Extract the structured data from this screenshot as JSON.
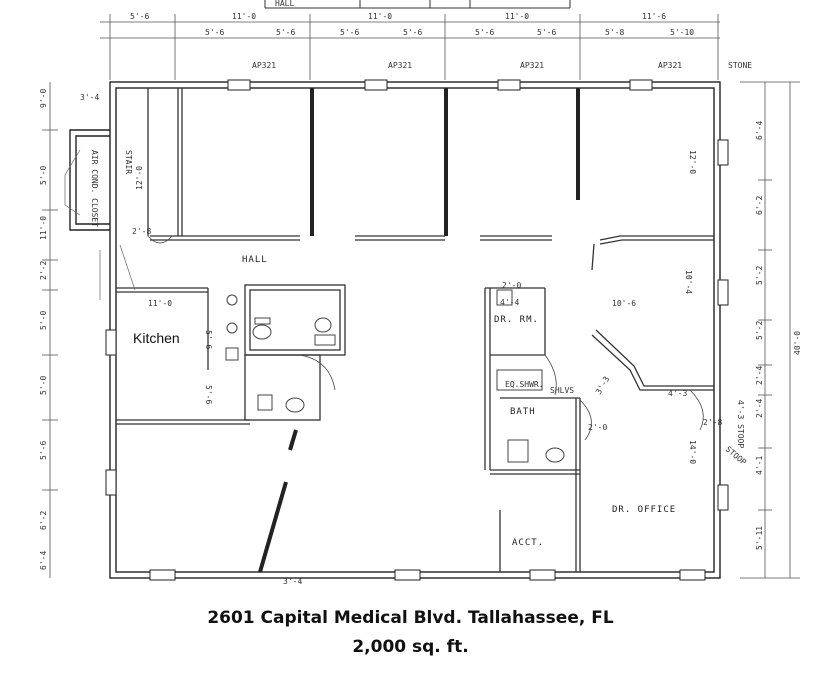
{
  "top_header_labels": [
    "HALL"
  ],
  "dims_top_upper": [
    "5'-6",
    "11'-0",
    "11'-0",
    "11'-0",
    "11'-6"
  ],
  "dims_top_lower": [
    "5'-6",
    "5'-6",
    "5'-6",
    "5'-6",
    "5'-6",
    "5'-6",
    "5'-8",
    "5'-10"
  ],
  "window_tags": [
    "AP321",
    "AP321",
    "AP321",
    "AP321"
  ],
  "stone_label": "STONE",
  "dims_left": [
    "9'-0",
    "5'-0",
    "11'-0",
    "2'-2",
    "5'-0",
    "5'-0",
    "5'-6",
    "6'-2",
    "6'-4"
  ],
  "dims_right": [
    "6'-4",
    "6'-2",
    "5'-2",
    "5'-2",
    "2'-4",
    "2'-4",
    "4'-1",
    "5'-11"
  ],
  "total_depth_label": "40'-0",
  "rooms": {
    "hall": "HALL",
    "kitchen": "Kitchen",
    "dr_rm": "DR. RM.",
    "bath": "BATH",
    "dr_office": "DR. OFFICE",
    "acct": "ACCT.",
    "stair": "STAIR",
    "ac_closet": "AIR COND. CLOSET"
  },
  "misc_labels": [
    "3'-4",
    "2'-8",
    "11'-0",
    "12'-0",
    "12'-0",
    "10'-4",
    "10'-6",
    "4'-4",
    "5'-6",
    "5'-6",
    "14'-0",
    "3'-3",
    "4'-3",
    "2'-0",
    "SHLVS",
    "EQ.SHWR.",
    "2'-0",
    "3'-4",
    "4'-3 STOOP",
    "STOOP",
    "2'-8"
  ],
  "caption": {
    "line1": "2601 Capital Medical Blvd.  Tallahassee, FL",
    "line2": "2,000 sq. ft."
  }
}
